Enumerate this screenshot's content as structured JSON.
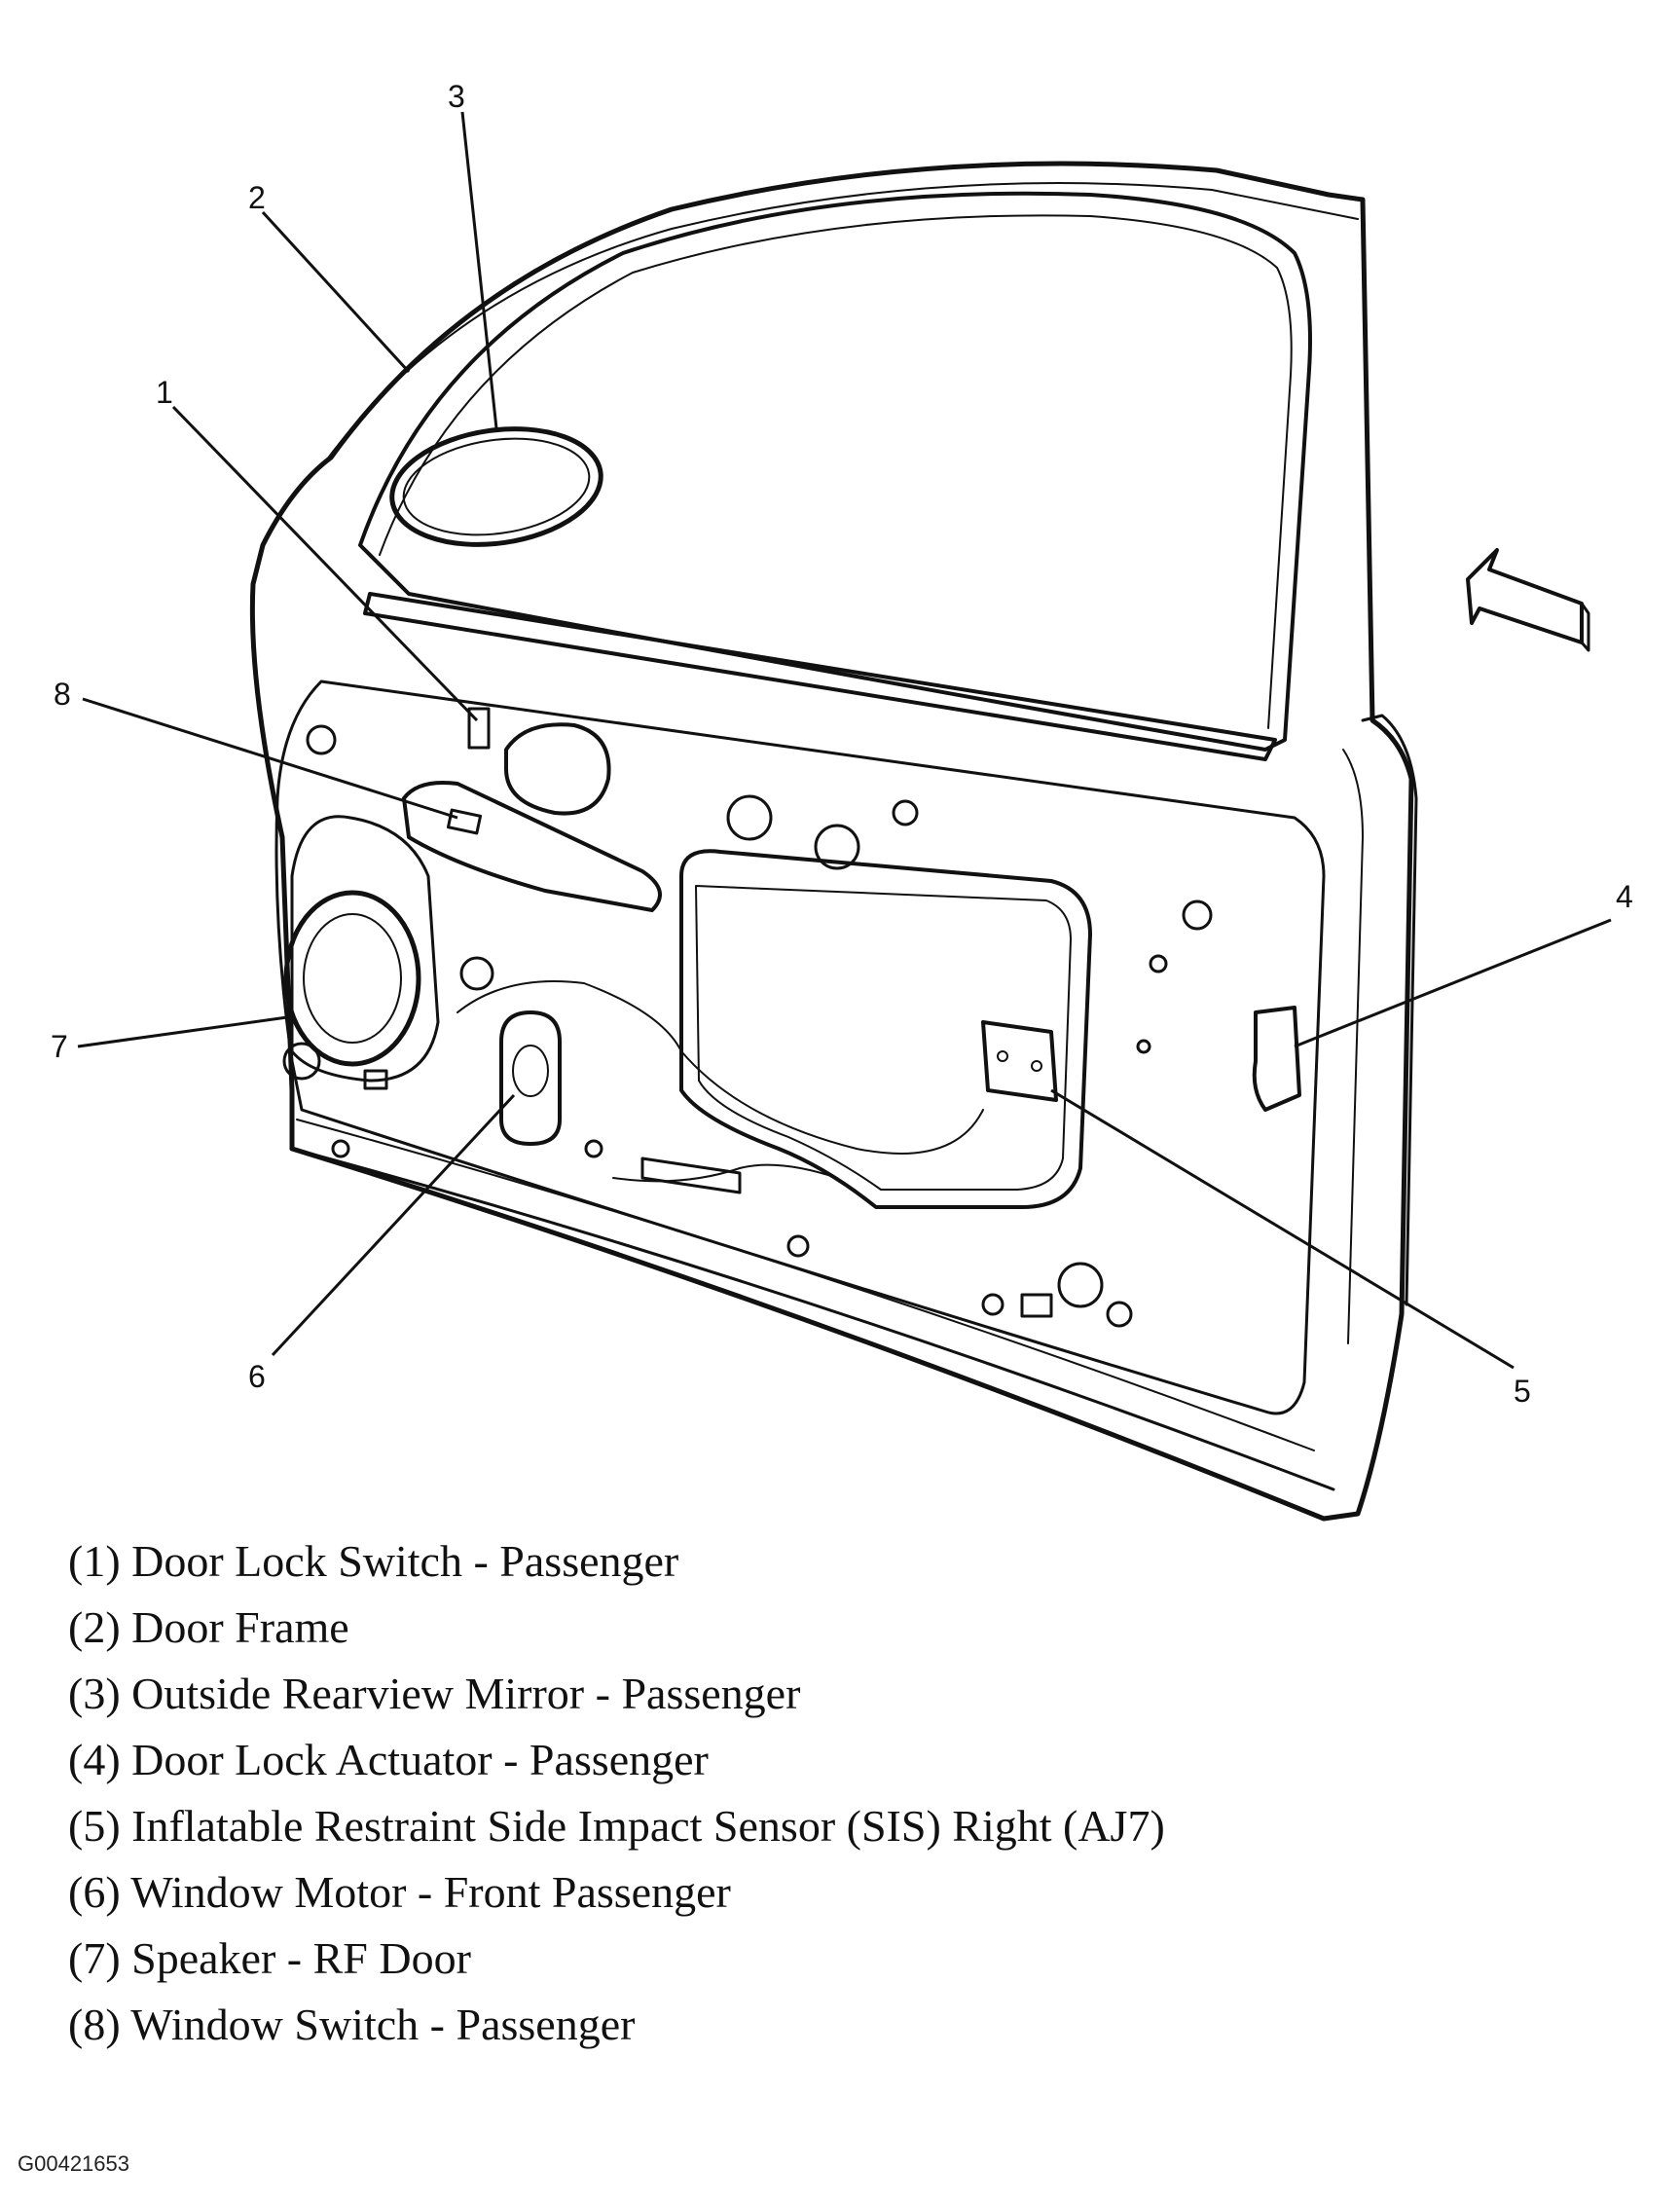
{
  "callouts": [
    {
      "id": "1",
      "label": "1"
    },
    {
      "id": "2",
      "label": "2"
    },
    {
      "id": "3",
      "label": "3"
    },
    {
      "id": "4",
      "label": "4"
    },
    {
      "id": "5",
      "label": "5"
    },
    {
      "id": "6",
      "label": "6"
    },
    {
      "id": "7",
      "label": "7"
    },
    {
      "id": "8",
      "label": "8"
    }
  ],
  "legend": [
    "(1) Door Lock Switch - Passenger",
    "(2) Door Frame",
    "(3) Outside Rearview Mirror - Passenger",
    "(4) Door Lock Actuator - Passenger",
    "(5) Inflatable Restraint Side Impact Sensor (SIS) Right (AJ7)",
    "(6) Window Motor - Front Passenger",
    "(7) Speaker - RF Door",
    "(8) Window Switch - Passenger"
  ],
  "figure_id": "G00421653"
}
